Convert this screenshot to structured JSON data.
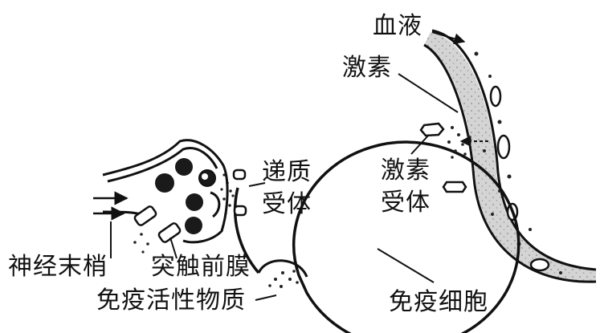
{
  "labels": {
    "blood": "血液",
    "hormone": "激素",
    "hormone_receptor_line1": "激素",
    "hormone_receptor_line2": "受体",
    "neurotransmitter_receptor_line1": "递质",
    "neurotransmitter_receptor_line2": "受体",
    "nerve_ending": "神经末梢",
    "presynaptic_membrane": "突触前膜",
    "immunoactive_substance": "免疫活性物质",
    "immune_cell": "免疫细胞"
  }
}
